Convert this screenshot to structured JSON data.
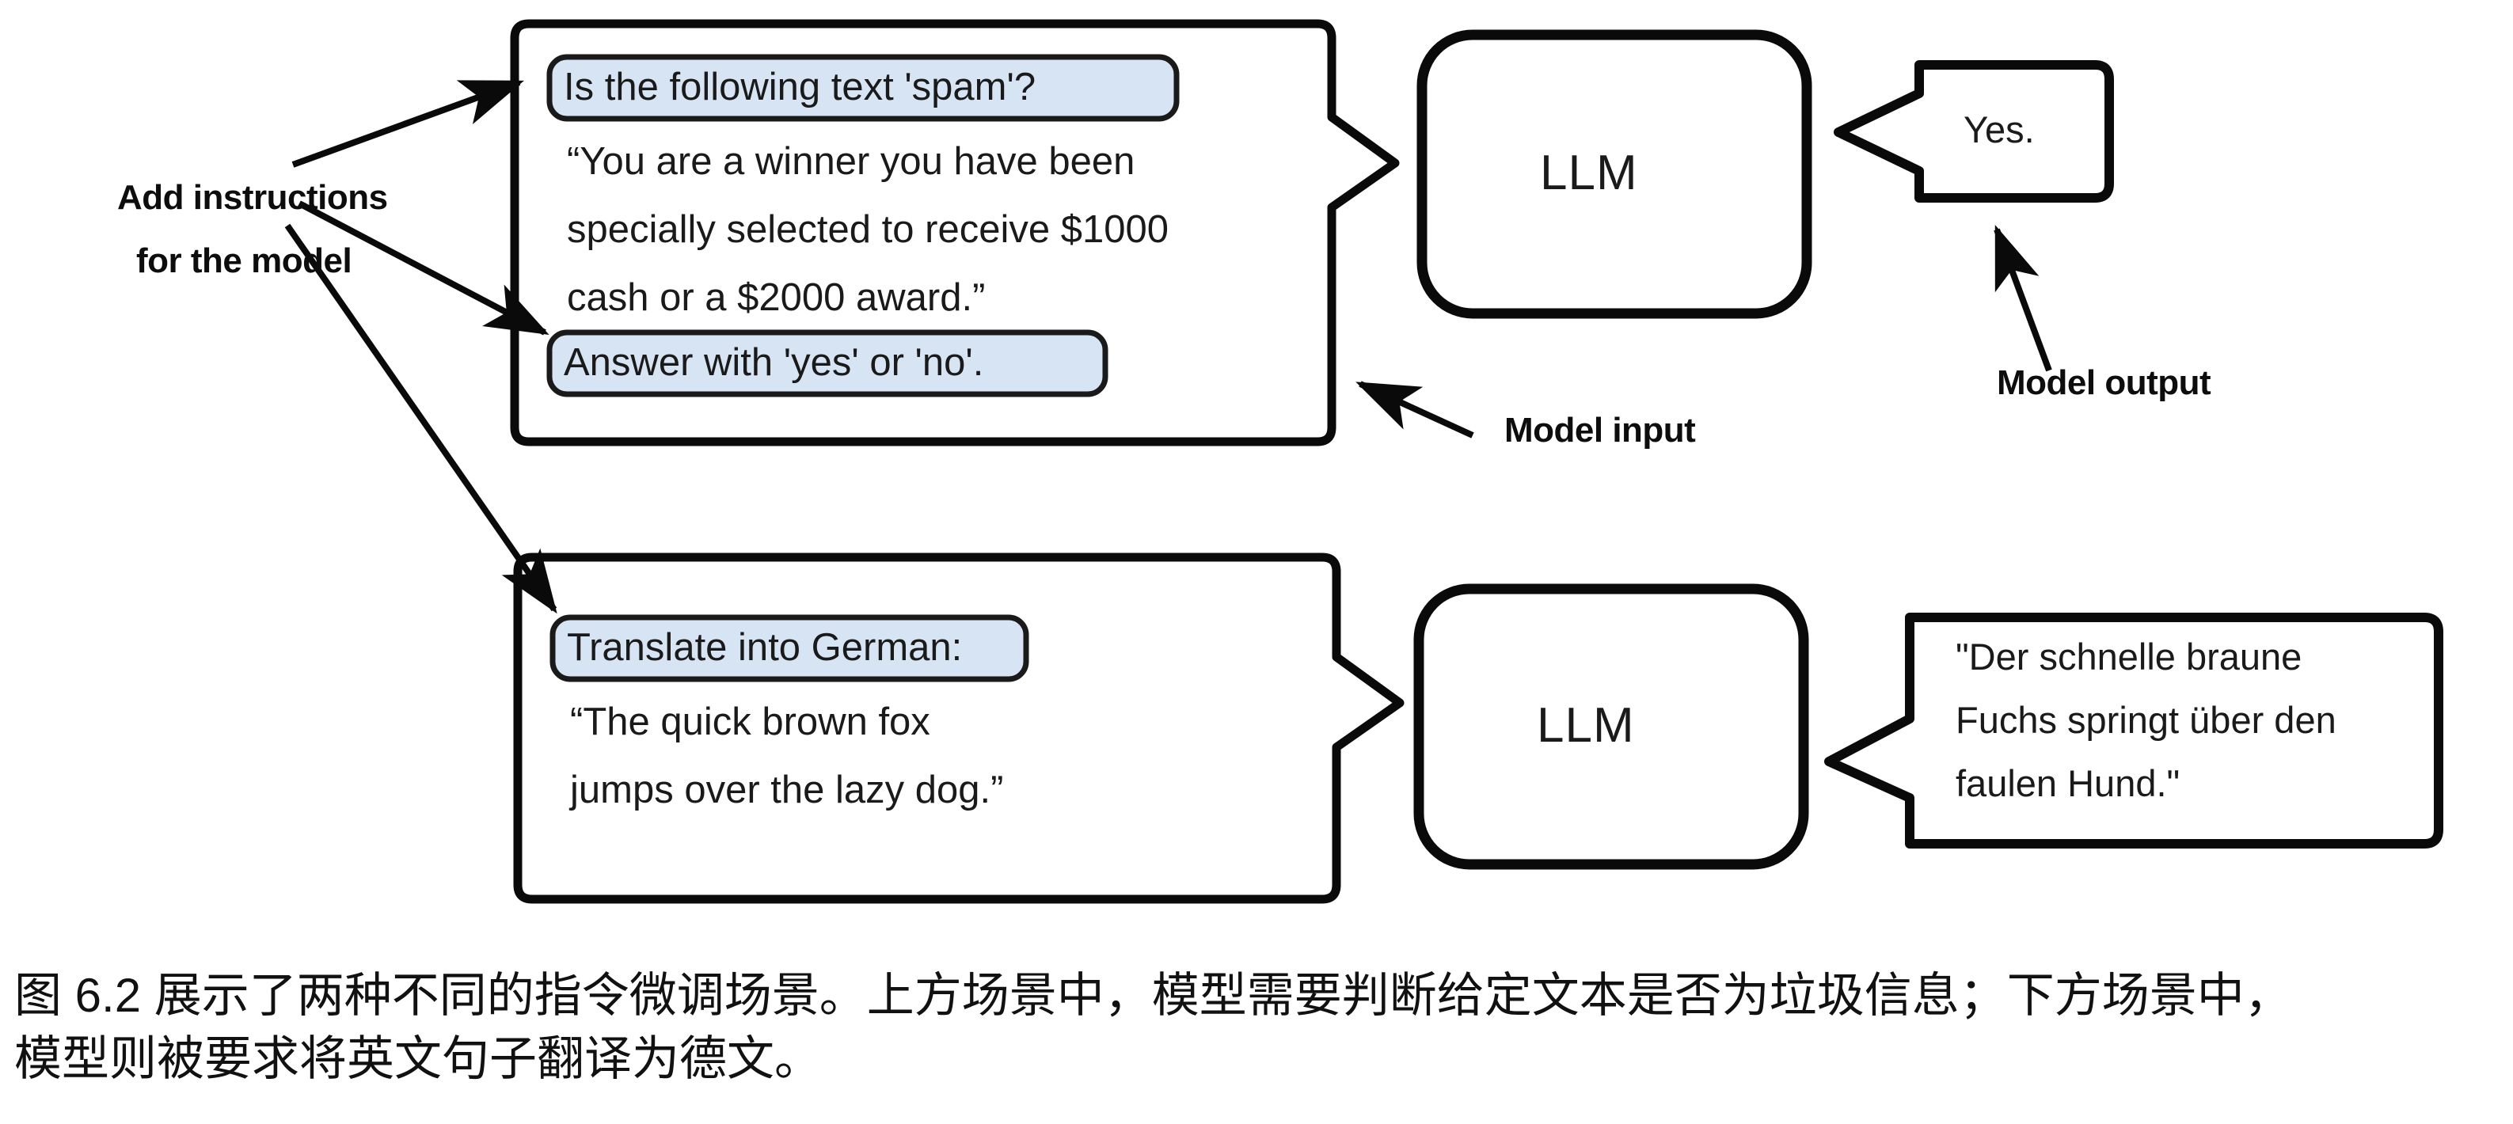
{
  "figure": {
    "id": "instruction-finetuning-diagram",
    "scenarios": [
      {
        "key": "spam_classification",
        "input_box": {
          "instruction_top": "Is the following text 'spam'?",
          "body_lines": [
            "“You are a winner you have been",
            "specially selected to receive $1000",
            "cash or a $2000 award.”"
          ],
          "instruction_bottom": "Answer with 'yes' or 'no'."
        },
        "model": {
          "label": "LLM"
        },
        "output_box": {
          "lines": [
            "Yes."
          ]
        }
      },
      {
        "key": "german_translation",
        "input_box": {
          "instruction_top": "Translate into German:",
          "body_lines": [
            "“The quick brown fox",
            "jumps over the lazy dog.”"
          ],
          "instruction_bottom": null
        },
        "model": {
          "label": "LLM"
        },
        "output_box": {
          "lines": [
            "\"Der schnelle braune",
            "Fuchs springt über den",
            "faulen Hund.\""
          ]
        }
      }
    ],
    "annotations": {
      "add_instructions_line1": "Add instructions",
      "add_instructions_line2": "for the model",
      "model_input": "Model input",
      "model_output": "Model output"
    },
    "colors": {
      "instruction_highlight_fill": "#d7e4f4",
      "instruction_highlight_stroke": "#1a1a1a",
      "box_stroke": "#0a0a0a",
      "page_background": "#ffffff",
      "text": "#1a1a1a"
    }
  },
  "caption": {
    "line1": "图 6.2 展示了两种不同的指令微调场景。上方场景中，模型需要判断给定文本是否为垃圾信息；下方场景中，",
    "line2": "模型则被要求将英文句子翻译为德文。"
  }
}
